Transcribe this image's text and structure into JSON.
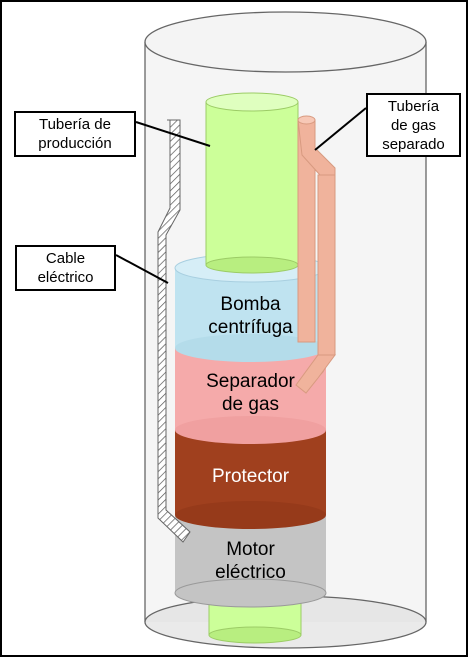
{
  "labels": {
    "production_tubing": [
      "Tubería de",
      "producción"
    ],
    "gas_tubing": [
      "Tubería",
      "de gas",
      "separado"
    ],
    "cable": [
      "Cable",
      "eléctrico"
    ]
  },
  "components": {
    "pump": [
      "Bomba",
      "centrífuga"
    ],
    "separator": [
      "Separador",
      "de gas"
    ],
    "protector": [
      "Protector"
    ],
    "motor": [
      "Motor",
      "eléctrico"
    ]
  },
  "colors": {
    "casing_fill": "#e6e6e6",
    "tubing": "#ccff99",
    "pump": "#bfe3f0",
    "separator": "#f5aaaa",
    "protector": "#a0401e",
    "motor": "#c4c4c4",
    "gas_pipe": "#f0b39c"
  }
}
